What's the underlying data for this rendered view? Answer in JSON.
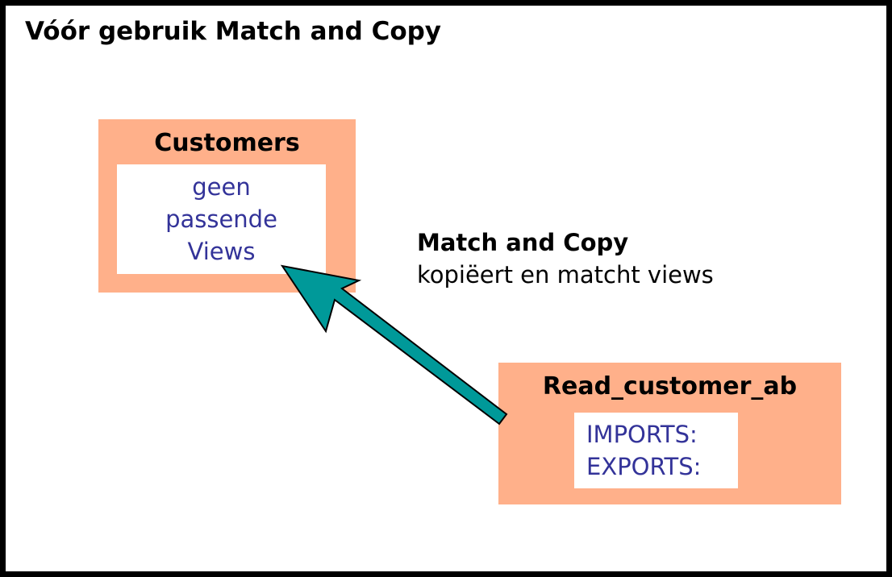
{
  "title": "Vóór gebruik Match and Copy",
  "customers": {
    "heading": "Customers",
    "lines": [
      "geen",
      "passende",
      "Views"
    ]
  },
  "match_and_copy": {
    "title": "Match and Copy",
    "description": "kopiëert en matcht views"
  },
  "read_customer": {
    "heading": "Read_customer_ab",
    "lines": [
      "IMPORTS:",
      "EXPORTS:"
    ]
  },
  "colors": {
    "box_fill": "#ffb08a",
    "inner_text": "#333399",
    "arrow_fill": "#009999",
    "border": "#000000"
  }
}
